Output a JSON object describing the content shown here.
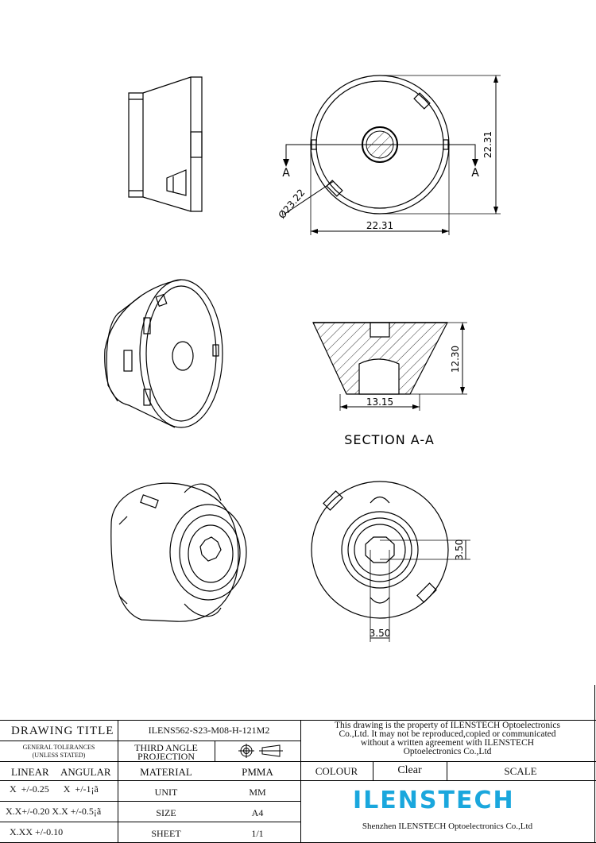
{
  "dimensions": {
    "front_height": "22.31",
    "front_width": "22.31",
    "diameter": "Ø23.22",
    "section_marker": "A",
    "section_height": "12.30",
    "section_width": "13.15",
    "hex_height": "3.50",
    "hex_width": "3.50"
  },
  "section_label": "SECTION A-A",
  "title_block": {
    "drawing_title_label": "DRAWING TITLE",
    "drawing_title_value": "ILENS562-S23-M08-H-121M2",
    "general_tolerances": "GENERAL TOLERANCES",
    "unless_stated": "(UNLESS STATED)",
    "projection_line1": "THIRD ANGLE",
    "projection_line2": "PROJECTION",
    "linear_label": "LINEAR",
    "angular_label": "ANGULAR",
    "tol_row1": "X  +/-0.25      X  +/-1¡ã",
    "tol_row2": "X.X+/-0.20 X.X +/-0.5¡ã",
    "tol_row3": "X.XX +/-0.10",
    "material_label": "MATERIAL",
    "material_value": "PMMA",
    "unit_label": "UNIT",
    "unit_value": "MM",
    "size_label": "SIZE",
    "size_value": "A4",
    "sheet_label": "SHEET",
    "sheet_value": "1/1",
    "property_line1": "This drawing is the property of ILENSTECH Optoelectronics",
    "property_line2": "Co.,Ltd. It may not be reproduced,copied or communicated",
    "property_line3": "without a written agreement with ILENSTECH",
    "property_line4": "Optoelectronics Co.,Ltd",
    "colour_label": "COLOUR",
    "colour_value": "Clear",
    "scale_label": "SCALE",
    "logo_text": "ILENSTECH",
    "company_name": "Shenzhen ILENSTECH Optoelectronics Co.,Ltd"
  }
}
